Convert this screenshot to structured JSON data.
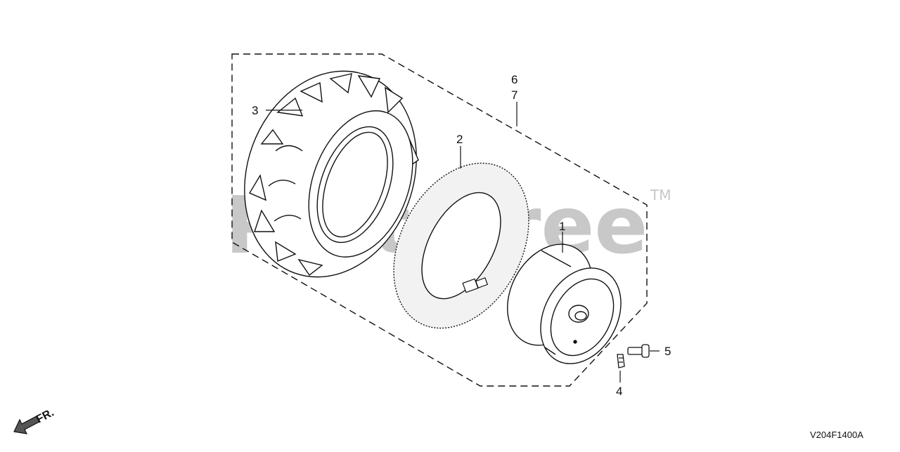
{
  "diagram": {
    "drawing_code": "V204F1400A",
    "direction_label": "FR.",
    "watermark": {
      "brand": "PartsTree",
      "trademark": "TM"
    },
    "callouts": [
      {
        "id": "1",
        "part": "wheel-rim"
      },
      {
        "id": "2",
        "part": "inner-tube"
      },
      {
        "id": "3",
        "part": "tire"
      },
      {
        "id": "4",
        "part": "valve-pin"
      },
      {
        "id": "5",
        "part": "bolt"
      },
      {
        "id": "6",
        "part": "wheel-assembly"
      },
      {
        "id": "7",
        "part": "wheel-assembly-alt"
      }
    ]
  }
}
